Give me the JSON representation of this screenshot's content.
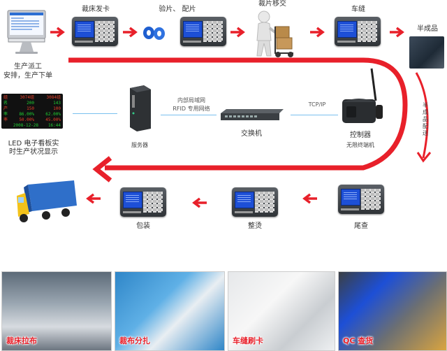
{
  "labels": {
    "dispatch_1": "生产派工",
    "dispatch_2": "安排，生产下单",
    "cutting_card": "裁床发卡",
    "check_bundle": "验片、 配片",
    "piece_transfer": "裁片移交",
    "sewing": "车缝",
    "semi_finished": "半成品",
    "semi_delivery": "半成品配送",
    "led_1": "LED 电子看板实",
    "led_2": "时生产状况显示",
    "server": "服务器",
    "lan": "内部局域网",
    "rfid_net": "RFID 专用网络",
    "switch": "交换机",
    "tcpip": "TCP/IP",
    "controller": "控制器",
    "wireless_terminal": "无限终端机",
    "packing": "包装",
    "ironing": "整烫",
    "final_check": "尾查"
  },
  "led_board": {
    "rows": [
      [
        "组",
        "3074组",
        "3084组"
      ],
      [
        "名",
        "200",
        "143"
      ],
      [
        "产",
        "150",
        "100"
      ],
      [
        "率",
        "86.00%",
        "62.00%"
      ],
      [
        "率",
        "50.00%",
        "45.00%"
      ],
      [
        "",
        "2008-12-28",
        "16:44"
      ]
    ]
  },
  "photos": [
    {
      "caption": "裁床拉布"
    },
    {
      "caption": "裁布分扎"
    },
    {
      "caption": "车缝刷卡"
    },
    {
      "caption": "QC 查货"
    }
  ],
  "colors": {
    "flow_red": "#e8202a",
    "net_line": "#7ac0ef",
    "screen_blue": "#1d4fd6"
  }
}
